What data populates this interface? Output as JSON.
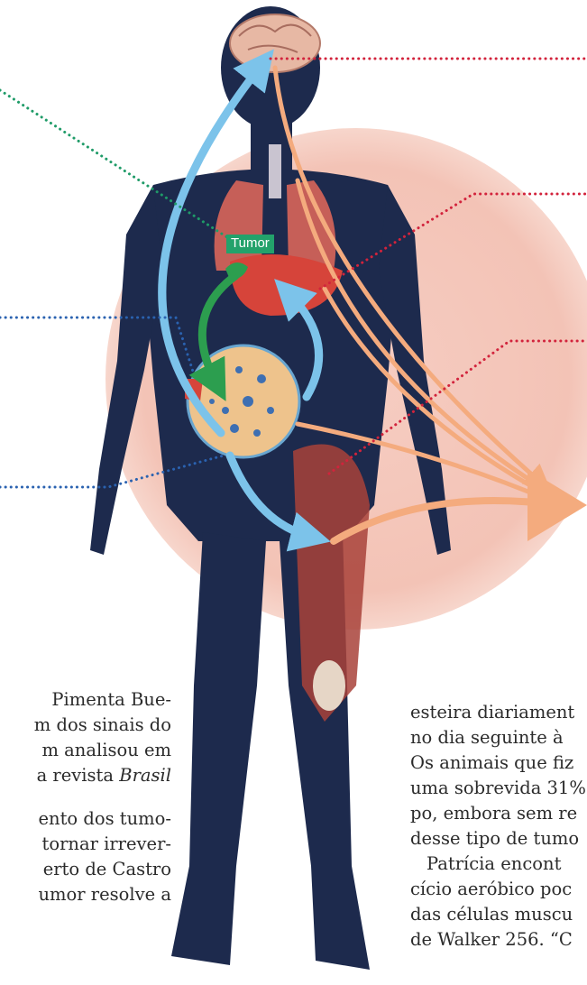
{
  "figure": {
    "tumor_label": "Tumor",
    "colors": {
      "halo": "#f3c3b6",
      "body": "#1d2a4d",
      "metastasis_arrow": "#2c9e4f",
      "return_arrows": "#7cc3ea",
      "signal_arrows": "#f4ab7e",
      "callout_red": "#d2233c",
      "callout_green": "#1f9b68",
      "callout_blue": "#2a62b0"
    }
  },
  "text_left": {
    "lines": [
      "Pimenta Bue-",
      "m dos sinais do",
      "m analisou em",
      "a revista",
      "",
      "ento dos tumo-",
      "tornar irrever-",
      "erto de Castro",
      "umor resolve a"
    ],
    "italic_word": "Brasil"
  },
  "text_right": {
    "lines": [
      "esteira diariament",
      "no dia seguinte à",
      "Os animais que fiz",
      "uma sobrevida 31%",
      "po, embora sem re",
      "desse tipo de tumo",
      "Patrícia encont",
      "cício aeróbico poc",
      "das células muscu",
      "de Walker 256. “C"
    ]
  }
}
